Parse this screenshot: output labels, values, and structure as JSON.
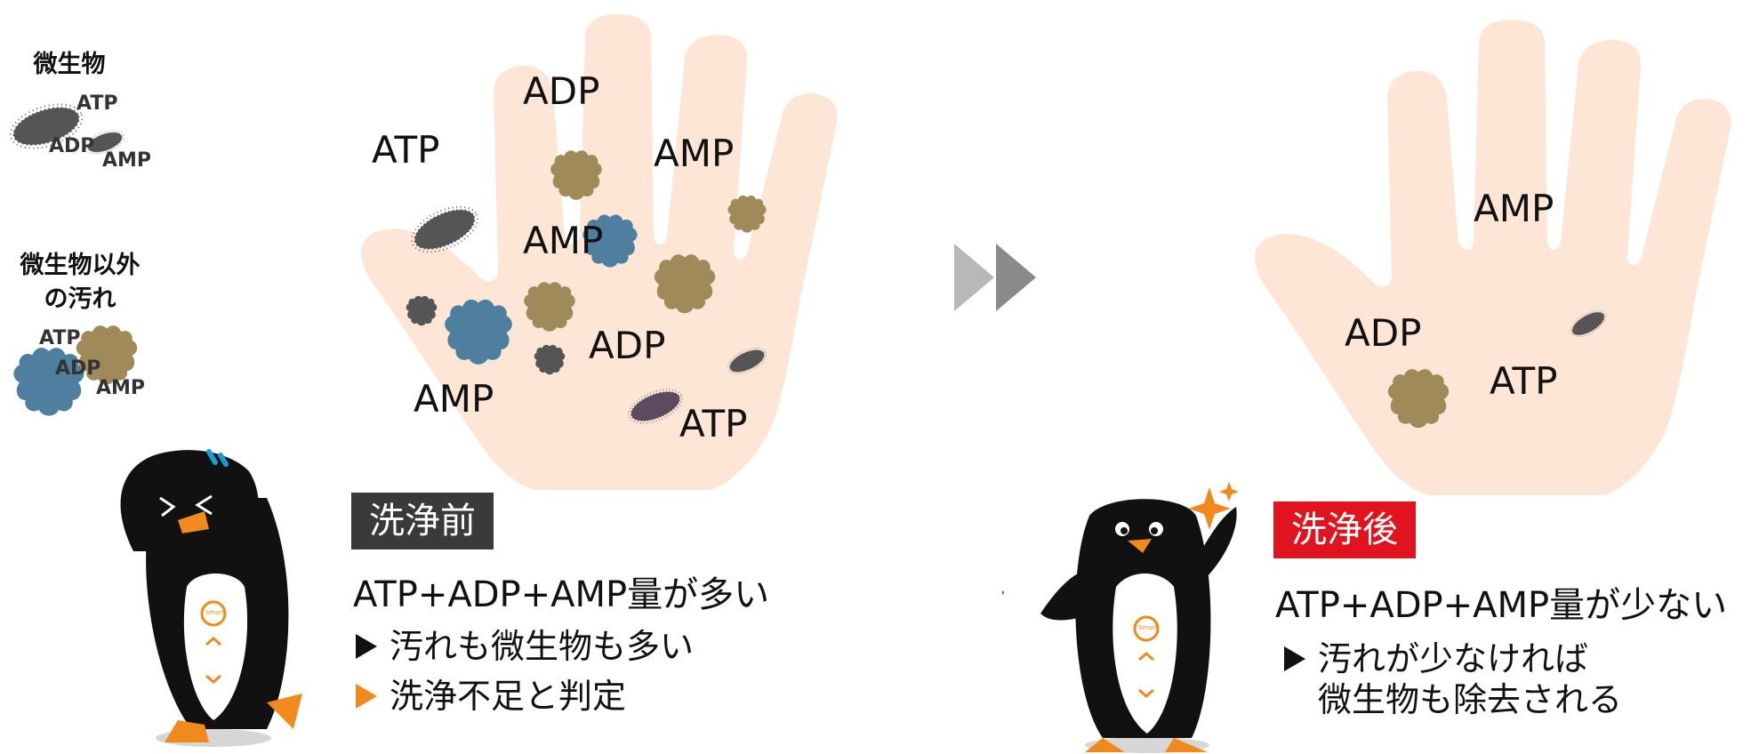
{
  "legend": {
    "microbe_title": "微生物",
    "microbe_labels": {
      "atp": "ATP",
      "adp": "ADP",
      "amp": "AMP"
    },
    "other_title_line1": "微生物以外",
    "other_title_line2": "の汚れ",
    "other_labels": {
      "atp": "ATP",
      "adp": "ADP",
      "amp": "AMP"
    }
  },
  "before": {
    "hand_labels": {
      "adp_top": "ADP",
      "atp_left": "ATP",
      "amp_right": "AMP",
      "amp_center": "AMP",
      "adp_center": "ADP",
      "amp_bottom": "AMP",
      "atp_bottom": "ATP"
    },
    "badge": "洗浄前",
    "headline": "ATP+ADP+AMP量が多い",
    "line1": "汚れも微生物も多い",
    "line2": "洗浄不足と判定"
  },
  "after": {
    "hand_labels": {
      "amp": "AMP",
      "adp": "ADP",
      "atp": "ATP"
    },
    "badge": "洗浄後",
    "headline": "ATP+ADP+AMP量が少ない",
    "line1": "汚れが少なければ",
    "line2": "微生物も除去される"
  },
  "mascot_text": "Smart",
  "colors": {
    "hand": "#fde6d6",
    "microbe": "#555555",
    "microbe_purple": "#5e4a5e",
    "dirt_tan": "#a08a5a",
    "dirt_blue": "#4f7f9f",
    "badge_before": "#3a3a3a",
    "badge_after": "#e0141e",
    "accent_orange": "#f08a1c",
    "arrow_gray": "#9a9a9a"
  }
}
